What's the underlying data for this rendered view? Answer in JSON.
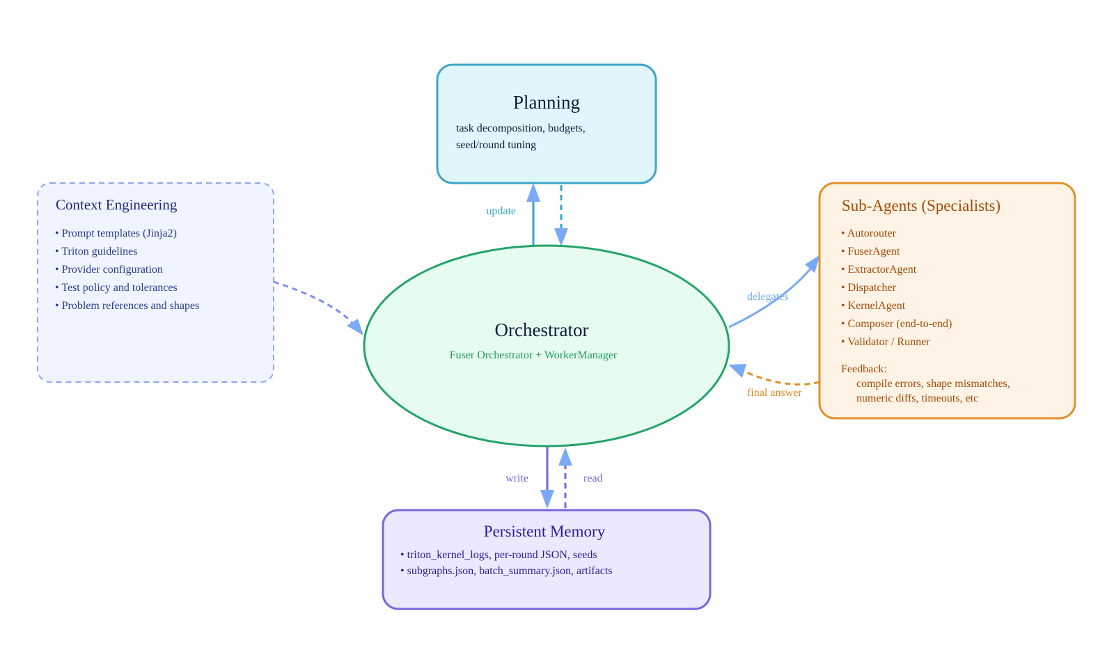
{
  "colors": {
    "planning_stroke": "#3aa7c4",
    "planning_fill": "#e0f5fc",
    "planning_text": "#0f1e3a",
    "context_stroke": "#8fa6f0",
    "context_fill": "#eff4ff",
    "context_title": "#1e2a78",
    "context_text": "#2c3d8f",
    "subagents_stroke": "#e0902a",
    "subagents_fill": "#fff3e6",
    "subagents_text": "#a34a05",
    "memory_stroke": "#7a66dc",
    "memory_fill": "#ece8fe",
    "memory_text": "#2a1aa0",
    "orchestrator_stroke": "#25a36a",
    "orchestrator_fill": "#e6fcef",
    "orchestrator_title": "#0f1e3a",
    "orchestrator_subtitle": "#1f9a5c",
    "arrow_blue": "#7aaaf5",
    "update_label": "#36a7c4",
    "delegates_label": "#7aaaf5",
    "final_answer_label": "#d9861c",
    "memory_edge": "#7a66dc",
    "context_edge": "#7f8ef7"
  },
  "planning": {
    "title": "Planning",
    "lines": [
      "task decomposition, budgets,",
      "seed/round tuning"
    ]
  },
  "context": {
    "title": "Context Engineering",
    "items": [
      "• Prompt templates (Jinja2)",
      "• Triton guidelines",
      "• Provider configuration",
      "• Test policy and tolerances",
      "• Problem references and shapes"
    ]
  },
  "orchestrator": {
    "title": "Orchestrator",
    "subtitle": "Fuser Orchestrator + WorkerManager"
  },
  "subagents": {
    "title": "Sub-Agents (Specialists)",
    "items": [
      "• Autorouter",
      "• FuserAgent",
      "• ExtractorAgent",
      "• Dispatcher",
      "• KernelAgent",
      "• Composer (end-to-end)",
      "• Validator / Runner"
    ],
    "feedback_label": "Feedback:",
    "feedback_lines": [
      "compile errors, shape mismatches,",
      "numeric diffs, timeouts, etc"
    ]
  },
  "memory": {
    "title": "Persistent Memory",
    "items": [
      "• triton_kernel_logs, per-round JSON, seeds",
      "• subgraphs.json, batch_summary.json, artifacts"
    ]
  },
  "edges": {
    "update": "update",
    "delegates": "delegates",
    "final_answer": "final answer",
    "write": "write",
    "read": "read"
  }
}
